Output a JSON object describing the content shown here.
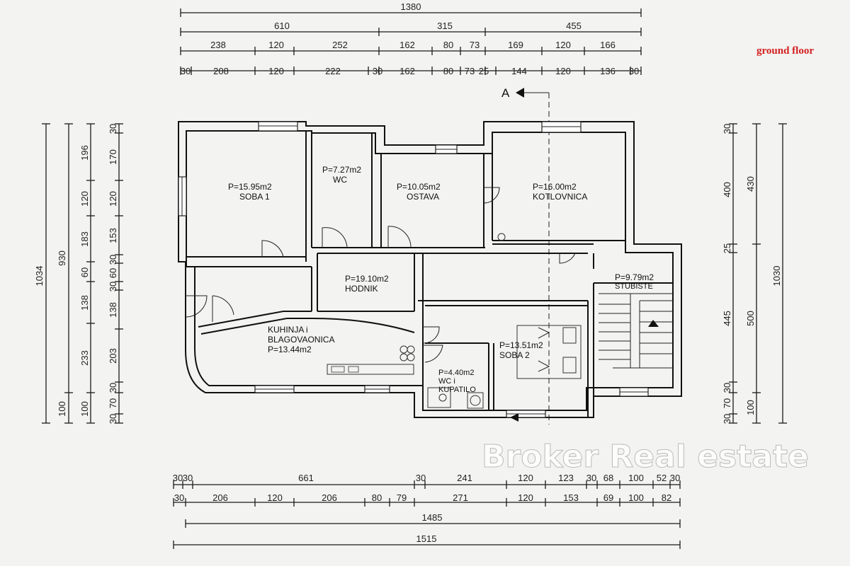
{
  "label": "ground floor",
  "watermark": "Broker Real estate",
  "section_marker": "A",
  "dimensions": {
    "top_total": "1380",
    "top_row1": [
      "610",
      "315",
      "455"
    ],
    "top_row2": [
      "238",
      "120",
      "252",
      "162",
      "80",
      "73",
      "169",
      "120",
      "166"
    ],
    "top_row3": [
      "30",
      "208",
      "120",
      "222",
      "30",
      "162",
      "80",
      "73",
      "25",
      "144",
      "120",
      "136",
      "30"
    ],
    "bottom_row1": [
      "30",
      "30",
      "661",
      "30",
      "241",
      "120",
      "123",
      "30",
      "68",
      "100",
      "52",
      "30"
    ],
    "bottom_row2": [
      "30",
      "206",
      "120",
      "206",
      "80",
      "79",
      "271",
      "120",
      "153",
      "69",
      "100",
      "82"
    ],
    "bottom_1485": "1485",
    "bottom_1515": "1515",
    "left_total": "1034",
    "left_930": "930",
    "left_col3": [
      "196",
      "120",
      "183",
      "60",
      "138",
      "233",
      "100"
    ],
    "left_col4": [
      "30",
      "170",
      "120",
      "153",
      "30",
      "60",
      "30",
      "138",
      "203",
      "30",
      "70",
      "30"
    ],
    "right_col1": [
      "30",
      "400",
      "25",
      "445",
      "30",
      "70",
      "30"
    ],
    "right_col2": [
      "430",
      "500",
      "100"
    ],
    "right_total": "1030"
  },
  "rooms": [
    {
      "area": "P=15.95m2",
      "name": "SOBA 1"
    },
    {
      "area": "P=7.27m2",
      "name": "WC"
    },
    {
      "area": "P=10.05m2",
      "name": "OSTAVA"
    },
    {
      "area": "P=16.00m2",
      "name": "KOTLOVNICA"
    },
    {
      "area": "P=19.10m2",
      "name": "HODNIK"
    },
    {
      "area": "P=9.79m2",
      "name": "STUBISTE"
    },
    {
      "area": "P=13.44m2",
      "name": "KUHINJA i",
      "name2": "BLAGOVAONICA"
    },
    {
      "area": "P=13.51m2",
      "name": "SOBA 2"
    },
    {
      "area": "P=4.40m2",
      "name": "WC i",
      "name2": "KUPATILO"
    }
  ]
}
